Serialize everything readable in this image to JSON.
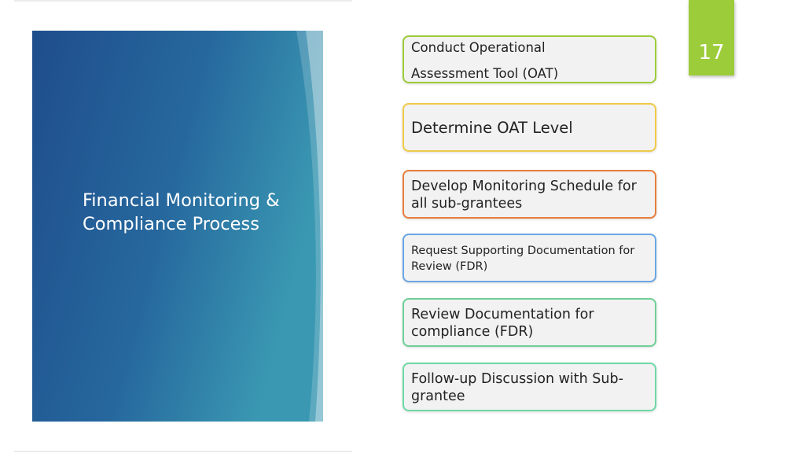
{
  "slide": {
    "page_number": "17",
    "title": "Financial Monitoring & Compliance Process",
    "badge_color": "#9ccc3a"
  },
  "steps": [
    {
      "line1": "Conduct Operational",
      "line2": "Assessment  Tool (OAT)",
      "border_color": "#9ccc3a"
    },
    {
      "text": "Determine OAT Level",
      "border_color": "#efc94a"
    },
    {
      "text": "Develop Monitoring Schedule for all sub-grantees",
      "border_color": "#e67e3c"
    },
    {
      "text": "Request Supporting Documentation for Review (FDR)",
      "border_color": "#6aa6e4"
    },
    {
      "text": "Review Documentation for compliance (FDR)",
      "border_color": "#6fcf97"
    },
    {
      "text": "Follow-up Discussion with Sub-grantee",
      "border_color": "#6fd8a6"
    }
  ]
}
